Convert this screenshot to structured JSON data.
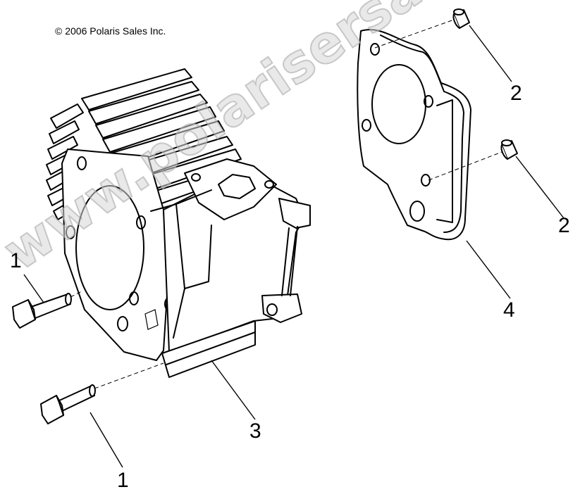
{
  "copyright": "© 2006 Polaris Sales Inc.",
  "watermark": "www.polarisersatzteile.de",
  "callouts": {
    "bolt_left": "1",
    "bolt_bottom": "1",
    "dowel_top": "2",
    "dowel_bottom": "2",
    "cylinder": "3",
    "gasket": "4"
  },
  "icons": {
    "bolt": "hex-flange-bolt-icon",
    "dowel": "dowel-pin-icon",
    "cylinder": "engine-cylinder-icon",
    "gasket": "head-gasket-icon"
  }
}
